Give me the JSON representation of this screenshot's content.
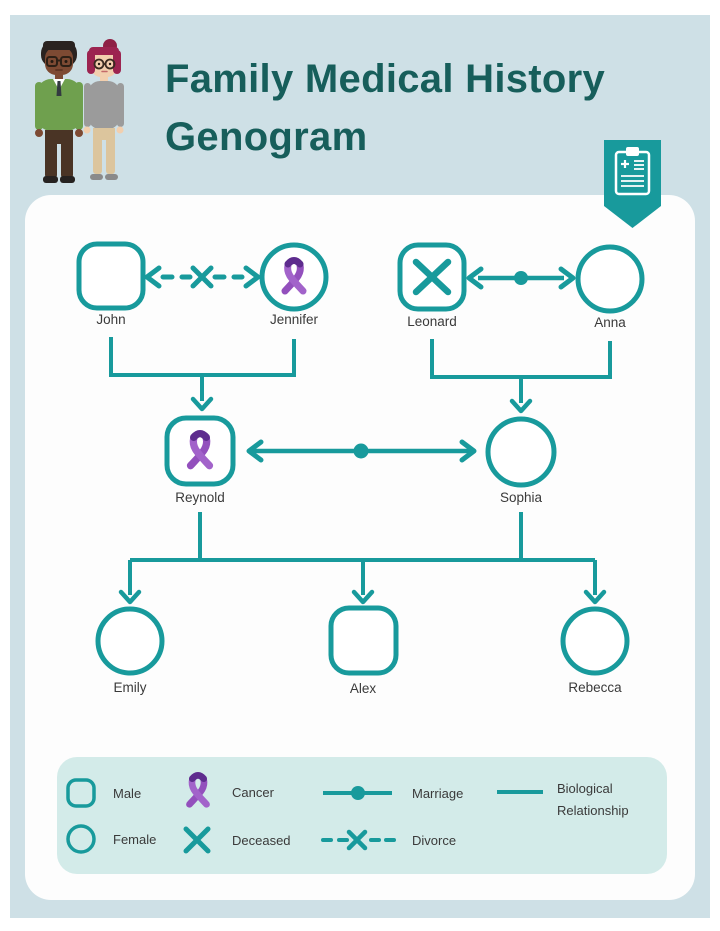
{
  "header": {
    "title_line1": "Family Medical History",
    "title_line2": "Genogram",
    "badge_icon": "medical-clipboard-icon",
    "illustration": "man-and-woman-couple"
  },
  "colors": {
    "teal": "#189a9c",
    "title_teal": "#175e5b",
    "page_bg": "#cee0e6",
    "panel_bg": "#fdfdfd",
    "legend_bg": "#d3ebe9",
    "ribbon_purple": "#a263ca",
    "ribbon_dark_purple": "#5e2c8e",
    "label_text": "#3a3a3a"
  },
  "genogram": {
    "persons": [
      {
        "name": "John",
        "sex": "male",
        "generation": 1
      },
      {
        "name": "Jennifer",
        "sex": "female",
        "generation": 1,
        "condition": "cancer"
      },
      {
        "name": "Leonard",
        "sex": "male",
        "generation": 1,
        "deceased": true
      },
      {
        "name": "Anna",
        "sex": "female",
        "generation": 1
      },
      {
        "name": "Reynold",
        "sex": "male",
        "generation": 2,
        "condition": "cancer"
      },
      {
        "name": "Sophia",
        "sex": "female",
        "generation": 2
      },
      {
        "name": "Emily",
        "sex": "female",
        "generation": 3
      },
      {
        "name": "Alex",
        "sex": "male",
        "generation": 3
      },
      {
        "name": "Rebecca",
        "sex": "female",
        "generation": 3
      }
    ],
    "relationships": [
      {
        "type": "divorce",
        "between": [
          "John",
          "Jennifer"
        ]
      },
      {
        "type": "marriage",
        "between": [
          "Leonard",
          "Anna"
        ]
      },
      {
        "type": "marriage",
        "between": [
          "Reynold",
          "Sophia"
        ]
      },
      {
        "type": "biological",
        "parents": [
          "John",
          "Jennifer"
        ],
        "children": [
          "Reynold"
        ]
      },
      {
        "type": "biological",
        "parents": [
          "Leonard",
          "Anna"
        ],
        "children": [
          "Sophia"
        ]
      },
      {
        "type": "biological",
        "parents": [
          "Reynold",
          "Sophia"
        ],
        "children": [
          "Emily",
          "Alex",
          "Rebecca"
        ]
      }
    ]
  },
  "legend": {
    "items": [
      {
        "icon": "male-square-icon",
        "label": "Male"
      },
      {
        "icon": "female-circle-icon",
        "label": "Female"
      },
      {
        "icon": "cancer-ribbon-icon",
        "label": "Cancer"
      },
      {
        "icon": "deceased-x-icon",
        "label": "Deceased"
      },
      {
        "icon": "marriage-line-icon",
        "label": "Marriage"
      },
      {
        "icon": "divorce-line-icon",
        "label": "Divorce"
      },
      {
        "icon": "biological-line-icon",
        "label": "Biological Relationship"
      }
    ]
  }
}
